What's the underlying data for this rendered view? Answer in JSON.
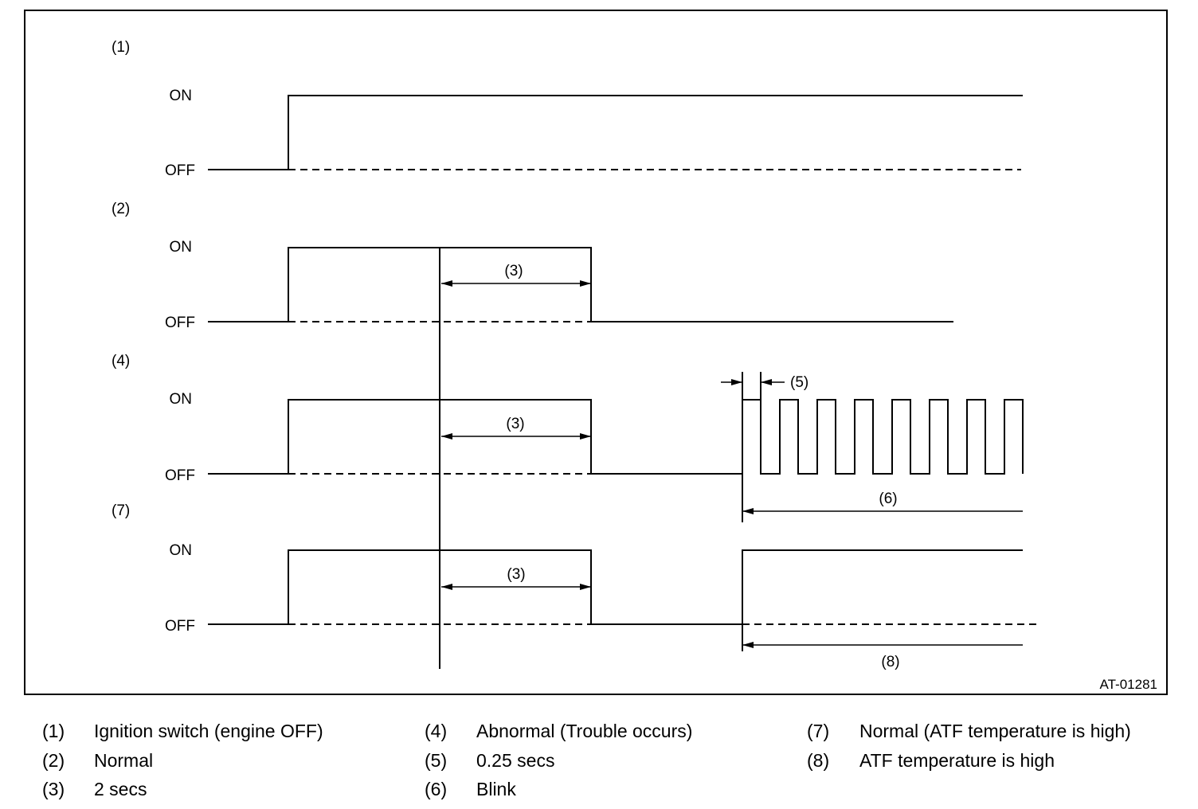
{
  "diagram": {
    "code": "AT-01281",
    "level_on": "ON",
    "level_off": "OFF",
    "rows": [
      {
        "marker": "(1)"
      },
      {
        "marker": "(2)"
      },
      {
        "marker": "(4)"
      },
      {
        "marker": "(7)"
      }
    ],
    "annotations": {
      "duration_a": "(3)",
      "duration_b": "(3)",
      "duration_c": "(3)",
      "pulse": "(5)",
      "blink": "(6)",
      "atf_high": "(8)"
    }
  },
  "legend": [
    {
      "key": "(1)",
      "text": "Ignition switch (engine OFF)"
    },
    {
      "key": "(2)",
      "text": "Normal"
    },
    {
      "key": "(3)",
      "text": "2 secs"
    },
    {
      "key": "(4)",
      "text": "Abnormal (Trouble occurs)"
    },
    {
      "key": "(5)",
      "text": "0.25 secs"
    },
    {
      "key": "(6)",
      "text": "Blink"
    },
    {
      "key": "(7)",
      "text": "Normal (ATF temperature is high)"
    },
    {
      "key": "(8)",
      "text": "ATF temperature is high"
    }
  ]
}
